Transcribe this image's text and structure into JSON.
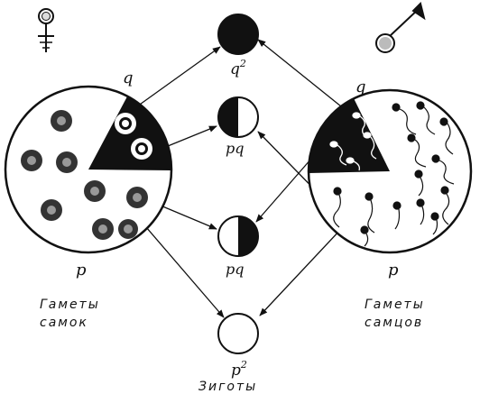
{
  "labels": {
    "female_gametes": [
      "Гаметы",
      "самок"
    ],
    "male_gametes": [
      "Гаметы",
      "самцов"
    ],
    "zygotes": "Зиготы",
    "q_left": "q",
    "p_left": "p",
    "q_right": "q",
    "p_right": "p",
    "q2": "q",
    "q2_exp": "2",
    "pq_top": "pq",
    "pq_bottom": "pq",
    "p2": "p",
    "p2_exp": "2"
  },
  "symbols": {
    "female": "venus-icon",
    "male": "mars-icon"
  },
  "colors": {
    "ink": "#111111",
    "paper": "#ffffff"
  }
}
